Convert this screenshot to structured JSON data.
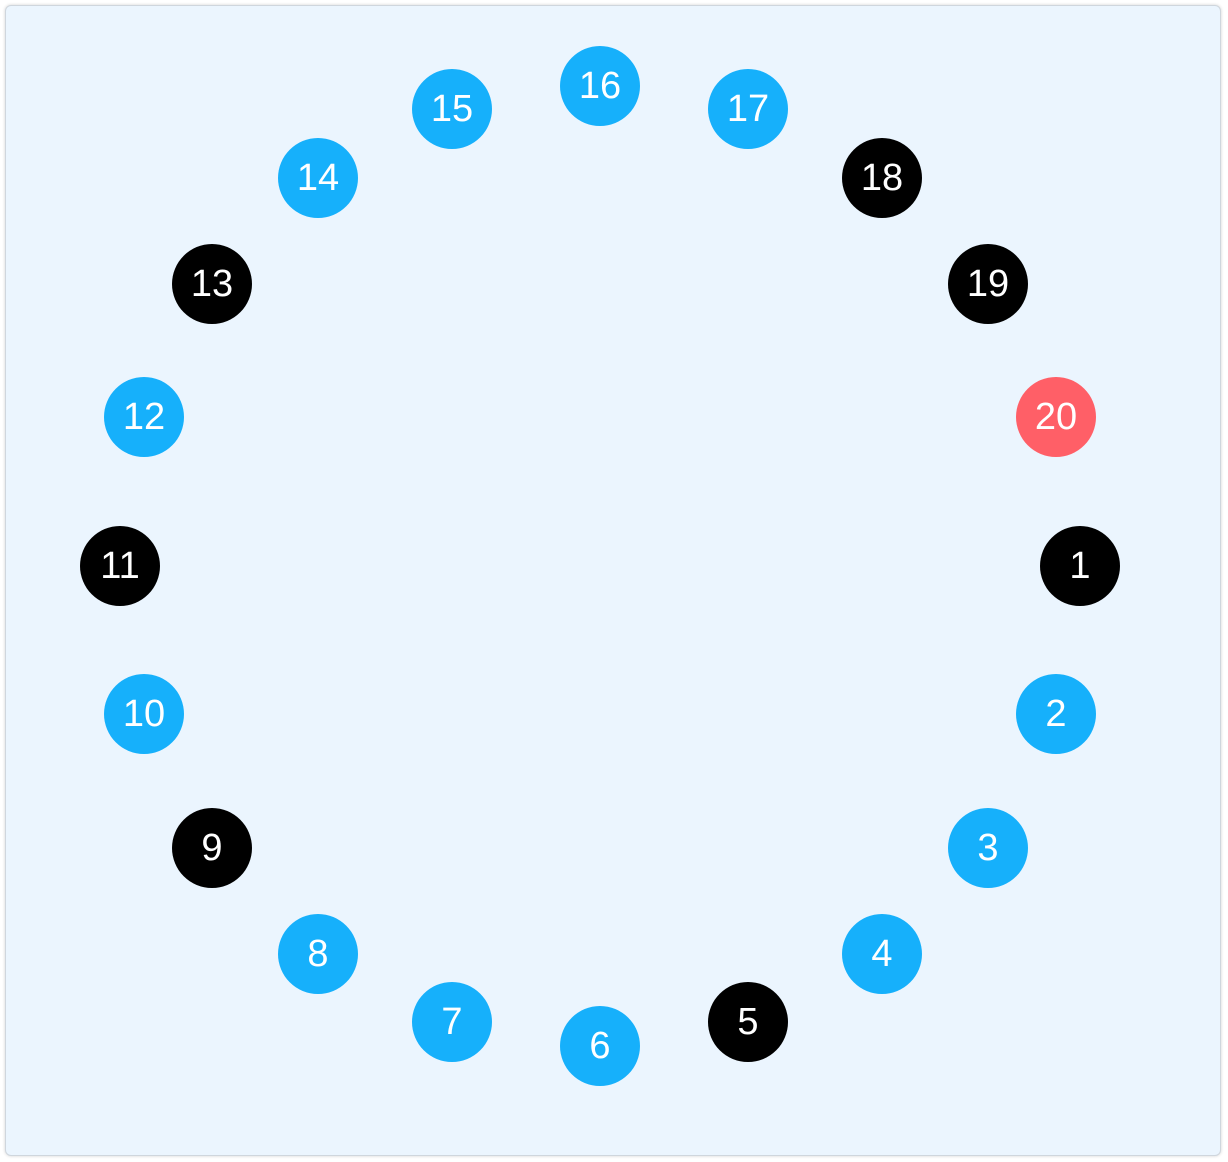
{
  "colors": {
    "blue": "#16b0fb",
    "black": "#000000",
    "red": "#ff5f67",
    "background": "#ebf5fe"
  },
  "tokens": [
    {
      "label": "1",
      "color": "black"
    },
    {
      "label": "2",
      "color": "blue"
    },
    {
      "label": "3",
      "color": "blue"
    },
    {
      "label": "4",
      "color": "blue"
    },
    {
      "label": "5",
      "color": "black"
    },
    {
      "label": "6",
      "color": "blue"
    },
    {
      "label": "7",
      "color": "blue"
    },
    {
      "label": "8",
      "color": "blue"
    },
    {
      "label": "9",
      "color": "black"
    },
    {
      "label": "10",
      "color": "blue"
    },
    {
      "label": "11",
      "color": "black"
    },
    {
      "label": "12",
      "color": "blue"
    },
    {
      "label": "13",
      "color": "black"
    },
    {
      "label": "14",
      "color": "blue"
    },
    {
      "label": "15",
      "color": "blue"
    },
    {
      "label": "16",
      "color": "blue"
    },
    {
      "label": "17",
      "color": "blue"
    },
    {
      "label": "18",
      "color": "black"
    },
    {
      "label": "19",
      "color": "black"
    },
    {
      "label": "20",
      "color": "red"
    }
  ]
}
